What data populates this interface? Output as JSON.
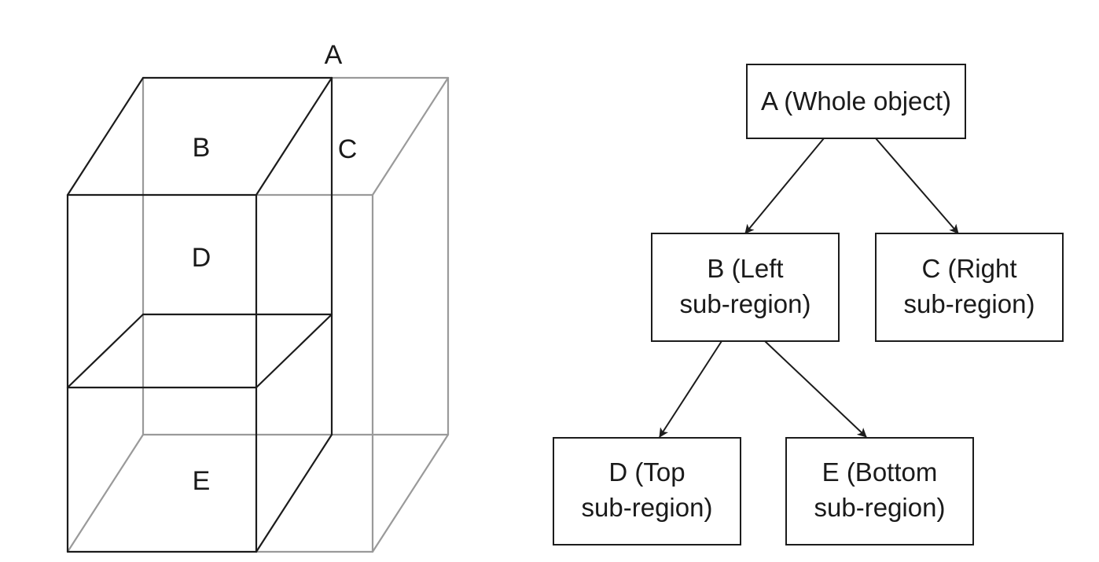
{
  "cube_labels": {
    "a": "A",
    "b": "B",
    "c": "C",
    "d": "D",
    "e": "E"
  },
  "tree": {
    "nodes": [
      {
        "id": "A",
        "lines": [
          "A (Whole object)"
        ]
      },
      {
        "id": "B",
        "lines": [
          "B (Left",
          "sub-region)"
        ]
      },
      {
        "id": "C",
        "lines": [
          "C (Right",
          "sub-region)"
        ]
      },
      {
        "id": "D",
        "lines": [
          "D (Top",
          "sub-region)"
        ]
      },
      {
        "id": "E",
        "lines": [
          "E (Bottom",
          "sub-region)"
        ]
      }
    ],
    "edges": [
      {
        "from": "A",
        "to": "B"
      },
      {
        "from": "A",
        "to": "C"
      },
      {
        "from": "B",
        "to": "D"
      },
      {
        "from": "B",
        "to": "E"
      }
    ]
  }
}
